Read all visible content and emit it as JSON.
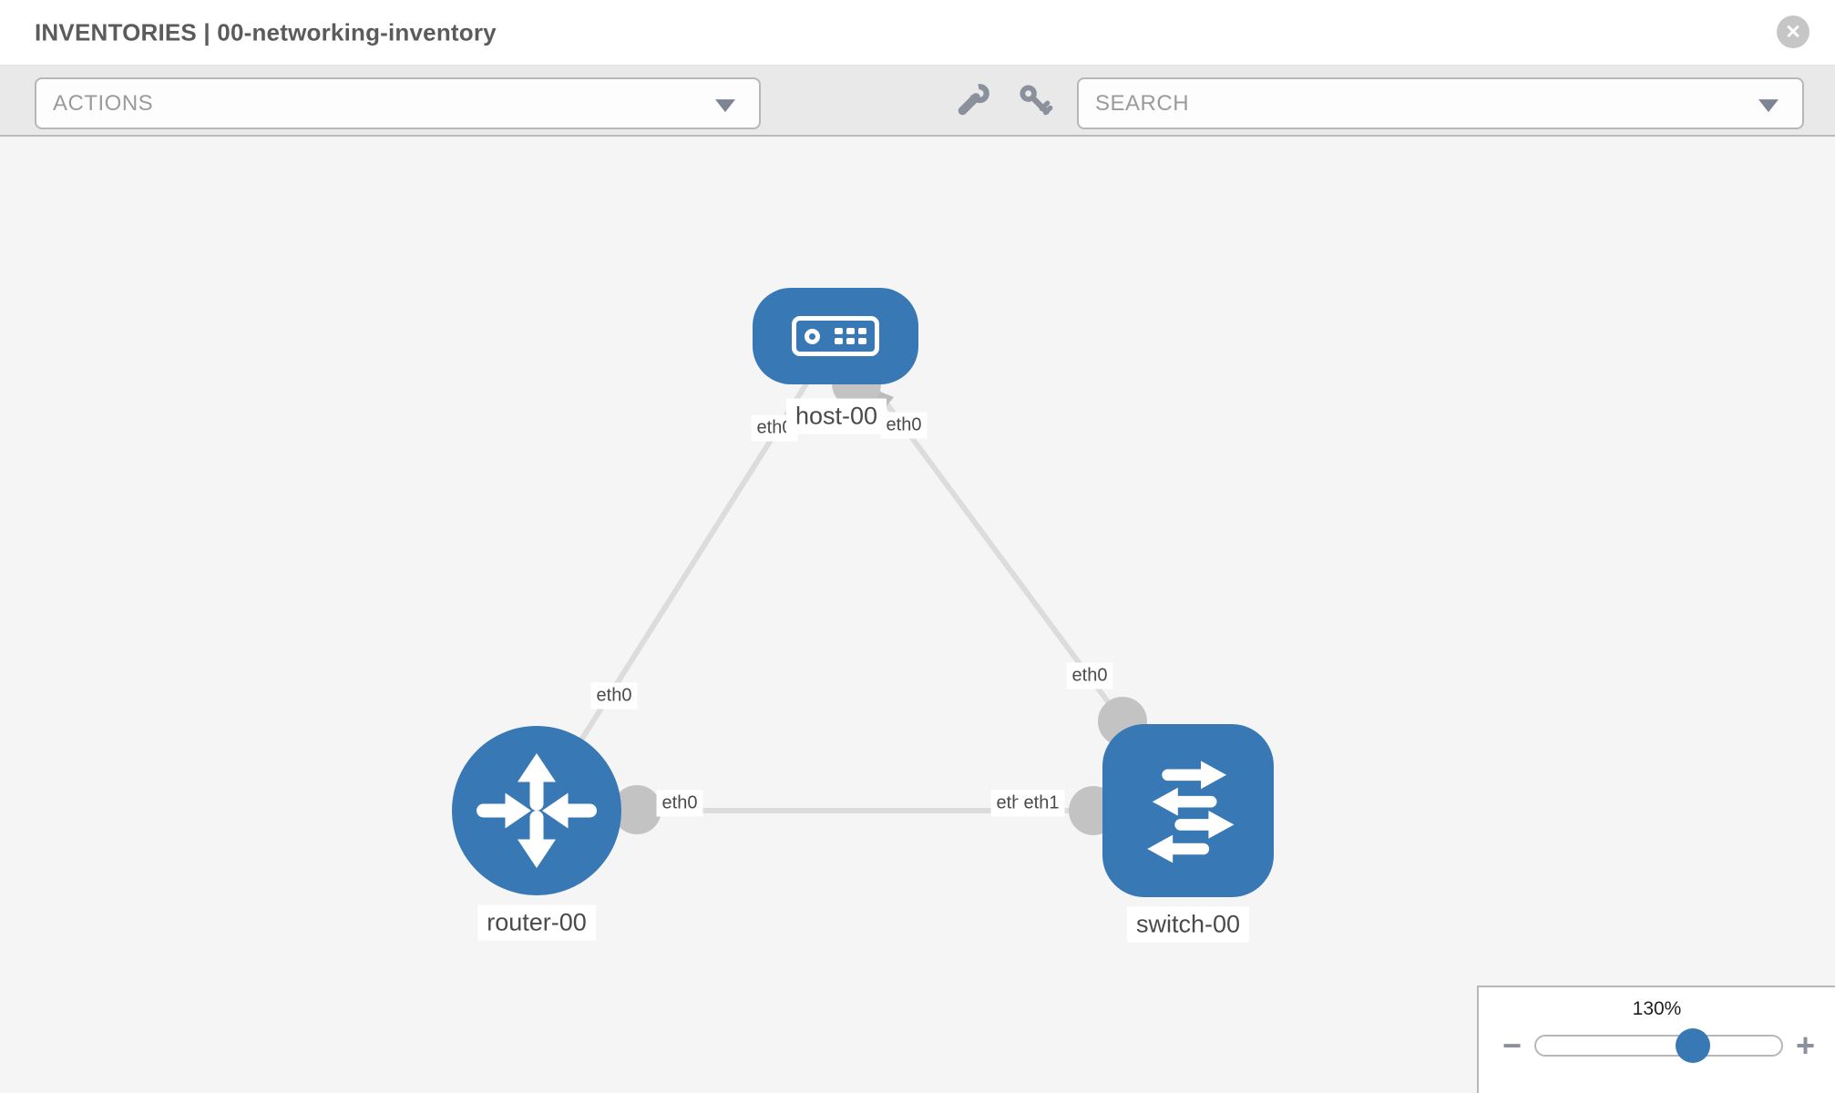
{
  "header": {
    "title": "INVENTORIES | 00-networking-inventory"
  },
  "toolbar": {
    "actions_label": "ACTIONS",
    "search_placeholder": "SEARCH",
    "icon_names": [
      "wrench-icon",
      "key-icon"
    ]
  },
  "topology": {
    "nodes": [
      {
        "id": "host-00",
        "type": "host",
        "label": "host-00"
      },
      {
        "id": "router-00",
        "type": "router",
        "label": "router-00"
      },
      {
        "id": "switch-00",
        "type": "switch",
        "label": "switch-00"
      }
    ],
    "links": [
      {
        "from": "host-00",
        "to": "router-00",
        "from_if": "eth0",
        "to_if": "eth0"
      },
      {
        "from": "host-00",
        "to": "switch-00",
        "from_if": "eth0",
        "to_if": "eth0"
      },
      {
        "from": "router-00",
        "to": "switch-00",
        "from_if": "eth0",
        "to_if": "eth1"
      }
    ],
    "interfaces": {
      "host_router_near_host": "eth0",
      "host_router_near_router": "eth0",
      "host_switch_near_host": "eth0",
      "host_switch_near_switch": "eth0",
      "router_switch_near_router": "eth0",
      "router_switch_near_switch_back": "eth0",
      "router_switch_near_switch": "eth1"
    }
  },
  "zoom_control": {
    "value": "130%",
    "minus": "−",
    "plus": "+",
    "close": "✕"
  },
  "colors": {
    "node_blue": "#3878b4",
    "link_gray": "#dcdcdc",
    "interface_gray": "#c3c3c3",
    "toolbar_gray": "#e9e9e9"
  }
}
